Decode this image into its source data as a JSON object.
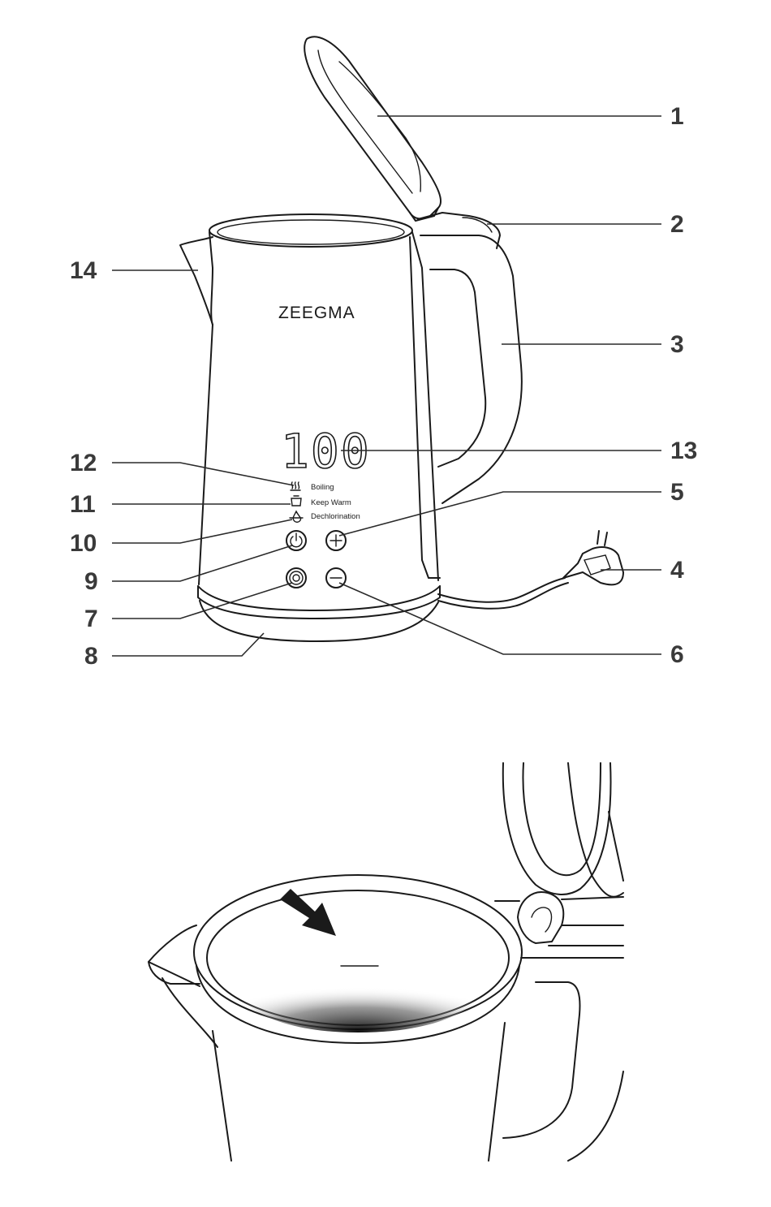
{
  "figure1": {
    "brand": "ZEEGMA",
    "display_value": "100",
    "indicators": [
      "Boiling",
      "Keep Warm",
      "Dechlorination"
    ],
    "callouts": [
      "1",
      "2",
      "3",
      "4",
      "5",
      "6",
      "7",
      "8",
      "9",
      "10",
      "11",
      "12",
      "13",
      "14"
    ]
  },
  "figure2": {
    "arrow": "arrow-icon"
  }
}
